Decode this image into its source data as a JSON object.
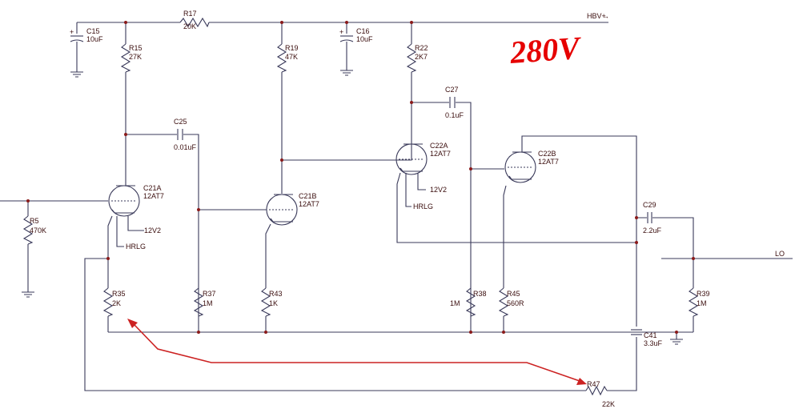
{
  "annotation": {
    "voltage": "280V"
  },
  "supply": {
    "label": "HBV+"
  },
  "output": {
    "label": "LO"
  },
  "components": {
    "C15": {
      "ref": "C15",
      "value": "10uF"
    },
    "R17": {
      "ref": "R17",
      "value": "20K"
    },
    "C16": {
      "ref": "C16",
      "value": "10uF"
    },
    "R15": {
      "ref": "R15",
      "value": "27K"
    },
    "R19": {
      "ref": "R19",
      "value": "47K"
    },
    "R22": {
      "ref": "R22",
      "value": "2K7"
    },
    "C27": {
      "ref": "C27",
      "value": "0.1uF"
    },
    "C25": {
      "ref": "C25",
      "value": "0.01uF"
    },
    "C21A": {
      "ref": "C21A",
      "value": "12AT7"
    },
    "C21B": {
      "ref": "C21B",
      "value": "12AT7"
    },
    "C22A": {
      "ref": "C22A",
      "value": "12AT7"
    },
    "C22B": {
      "ref": "C22B",
      "value": "12AT7"
    },
    "R5": {
      "ref": "R5",
      "value": "470K"
    },
    "C29": {
      "ref": "C29",
      "value": "2.2uF"
    },
    "R35": {
      "ref": "R35",
      "value": "2K"
    },
    "R37": {
      "ref": "R37",
      "value": "1M"
    },
    "R43": {
      "ref": "R43",
      "value": "1K"
    },
    "R38": {
      "ref": "R38",
      "value": "1M"
    },
    "R45": {
      "ref": "R45",
      "value": "560R"
    },
    "R39": {
      "ref": "R39",
      "value": "1M"
    },
    "C41": {
      "ref": "C41",
      "value": "3.3uF"
    },
    "R47": {
      "ref": "R47",
      "value": "22K"
    }
  },
  "heater_labels": {
    "h1": "12V2",
    "h1b": "HRLG",
    "h2": "12V2",
    "h2b": "HRLG"
  }
}
